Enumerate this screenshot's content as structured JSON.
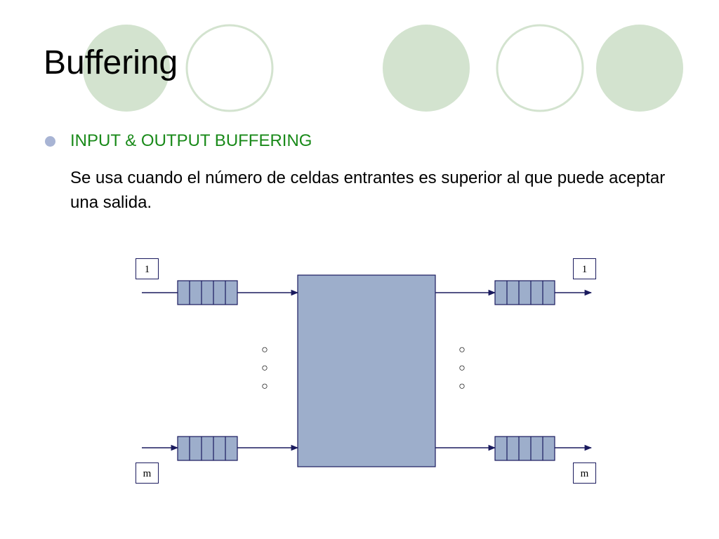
{
  "slide": {
    "title": "Buffering",
    "bullet": "INPUT & OUTPUT BUFFERING",
    "body": "Se usa cuando el número de celdas entrantes es superior al que puede aceptar una salida."
  },
  "diagram": {
    "input_top_label": "1",
    "input_bottom_label": "m",
    "output_top_label": "1",
    "output_bottom_label": "m",
    "ellipsis_glyph": "○"
  },
  "colors": {
    "circle_fill": "#d3e3cf",
    "circle_stroke": "#d3e3cf",
    "bullet_title": "#1a8a1a",
    "bullet_dot": "#a8b4d4",
    "switch_fill": "#9daecb",
    "queue_fill": "#9daecb",
    "line": "#1a1a5e"
  }
}
